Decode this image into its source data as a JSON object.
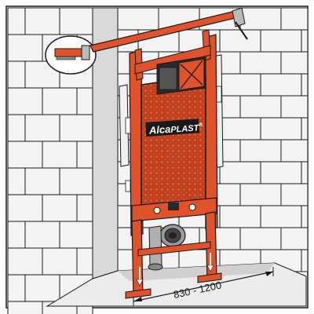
{
  "brand": {
    "part1": "Alca",
    "part2": "PLAST",
    "mark": "®"
  },
  "dimension": {
    "width_label": "830 - 1200"
  },
  "colors": {
    "frame_orange": "#e0522a",
    "frame_dark": "#8a2a10",
    "brick": "#f3f3f3",
    "wall_shadow": "#c8c8c8",
    "outline": "#1a1a1a",
    "panel_dark": "#2a2a2a"
  },
  "icons": {
    "bracket": "wall-bracket-icon",
    "drain": "drain-pipe-icon"
  }
}
